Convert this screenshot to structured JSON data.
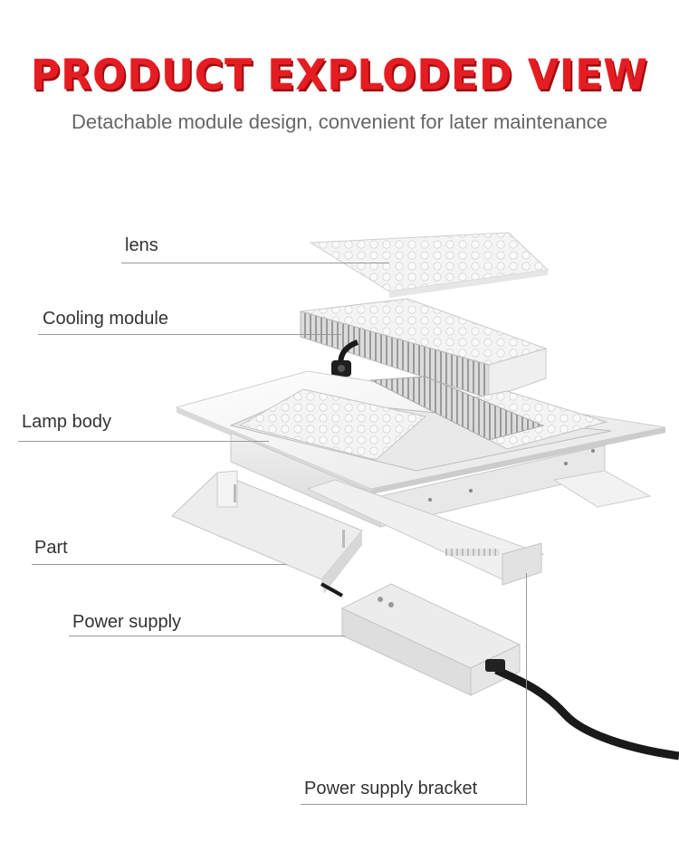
{
  "header": {
    "title": "PRODUCT EXPLODED VIEW",
    "subtitle": "Detachable module design, convenient for later maintenance"
  },
  "parts": {
    "lens": "lens",
    "cooling_module": "Cooling module",
    "lamp_body": "Lamp body",
    "part": "Part",
    "power_supply": "Power supply",
    "power_supply_bracket": "Power supply bracket"
  },
  "colors": {
    "title_red": "#e51d22",
    "text_gray": "#333333",
    "leader_gray": "#9a9a9a",
    "metal": "#f2f2f2",
    "cable": "#1a1a1a"
  }
}
